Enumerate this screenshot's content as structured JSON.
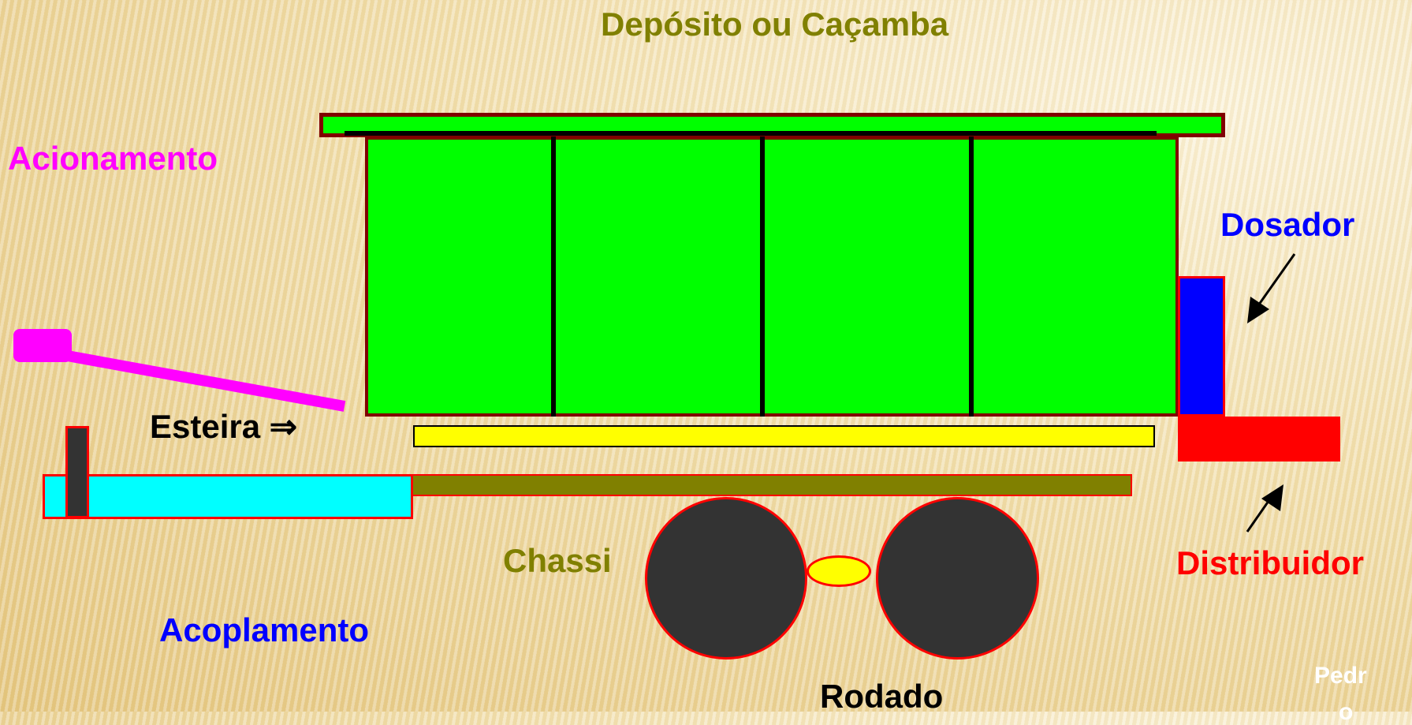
{
  "labels": {
    "deposito": "Depósito ou Caçamba",
    "acionamento": "Acionamento",
    "dosador": "Dosador",
    "esteira": "Esteira ⇒",
    "chassi": "Chassi",
    "distribuidor": "Distribuidor",
    "acoplamento": "Acoplamento",
    "rodado": "Rodado",
    "author_line1": "Pedr",
    "author_line2": "o"
  },
  "colors": {
    "deposito_label": "#808000",
    "acionamento_label": "#ff00ff",
    "dosador_label": "#0000ff",
    "esteira_label": "#000000",
    "chassi_label": "#808000",
    "distribuidor_label": "#ff0000",
    "acoplamento_label": "#0000ff",
    "rodado_label": "#000000",
    "hopper_fill": "#00ff00",
    "hopper_border": "#800000",
    "conveyor_fill": "#ffff00",
    "chassis_fill": "#808000",
    "coupling_fill": "#00ffff",
    "dosing_fill": "#0000ff",
    "distributor_fill": "#ff0000",
    "drive_fill": "#ff00ff",
    "wheel_fill": "#333333"
  }
}
